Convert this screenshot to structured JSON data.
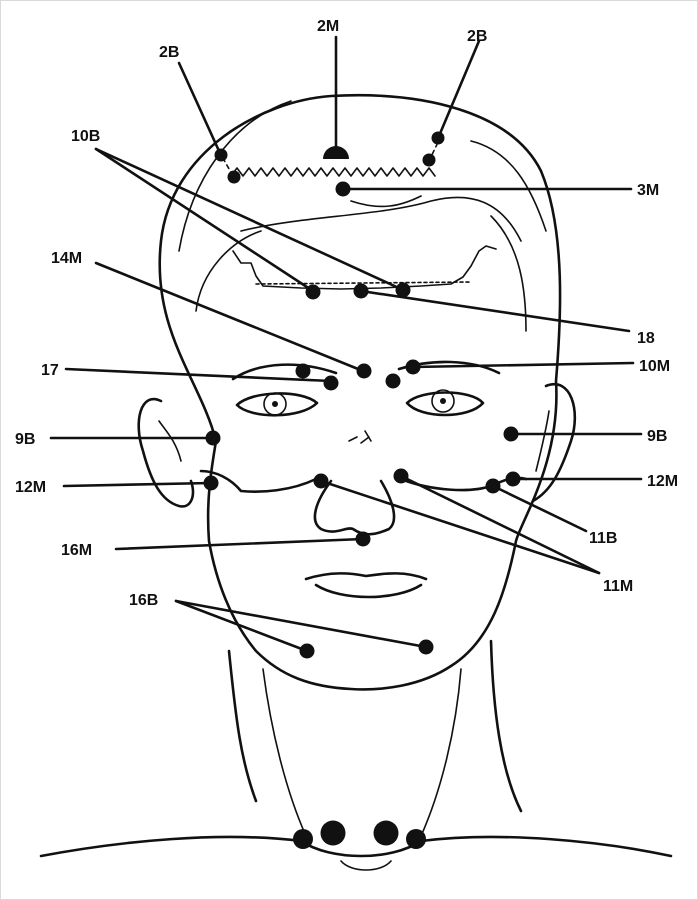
{
  "figure": {
    "labels": {
      "l_2m": "2M",
      "l_2b_left": "2B",
      "l_2b_right": "2B",
      "l_10b": "10B",
      "l_3m": "3M",
      "l_14m": "14M",
      "l_18": "18",
      "l_17": "17",
      "l_10m": "10M",
      "l_9b_left": "9B",
      "l_9b_right": "9B",
      "l_12m_left": "12M",
      "l_12m_right": "12M",
      "l_11b": "11B",
      "l_16m": "16M",
      "l_11m": "11M",
      "l_16b": "16B"
    },
    "colors": {
      "ink": "#111111",
      "background": "#ffffff"
    }
  }
}
